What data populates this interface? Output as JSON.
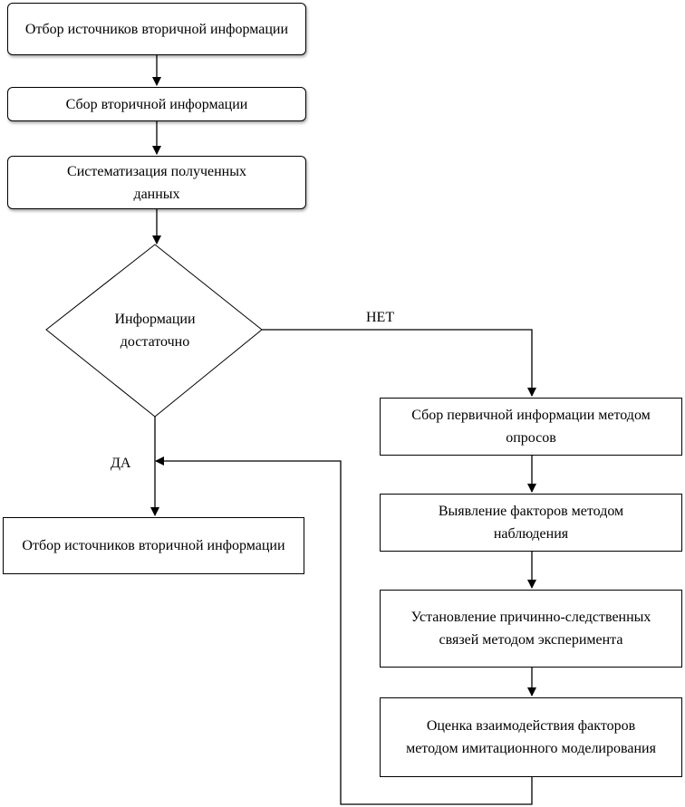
{
  "steps": {
    "s1": "Отбор источников вторичной информации",
    "s2": "Сбор вторичной информации",
    "s3": "Систематизация полученных данных",
    "decision": "Информации достаточно",
    "yes_box": "Отбор источников вторичной информации",
    "p1": "Сбор первичной информации методом опросов",
    "p2": "Выявление факторов методом наблюдения",
    "p3": "Установление причинно-следственных связей методом эксперимента",
    "p4": "Оценка взаимодействия факторов методом имитационного моделирования"
  },
  "labels": {
    "yes": "ДА",
    "no": "НЕТ"
  }
}
